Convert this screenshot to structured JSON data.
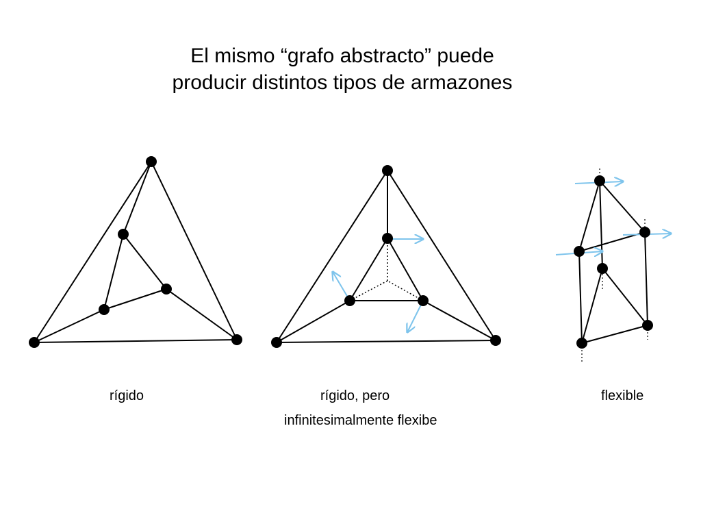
{
  "title": {
    "line1": "El mismo “grafo abstracto” puede",
    "line2": "producir distintos tipos de armazones"
  },
  "frameworks": [
    {
      "caption": "rígido",
      "property": "rigid"
    },
    {
      "caption_line1": "rígido, pero",
      "caption_line2": "infinitesimalmente flexibe",
      "property": "infinitesimally-flexible"
    },
    {
      "caption": "flexible",
      "property": "flexible"
    }
  ],
  "colors": {
    "edge": "#000000",
    "vertex": "#000000",
    "velocity_arrow": "#7ec4ec"
  }
}
